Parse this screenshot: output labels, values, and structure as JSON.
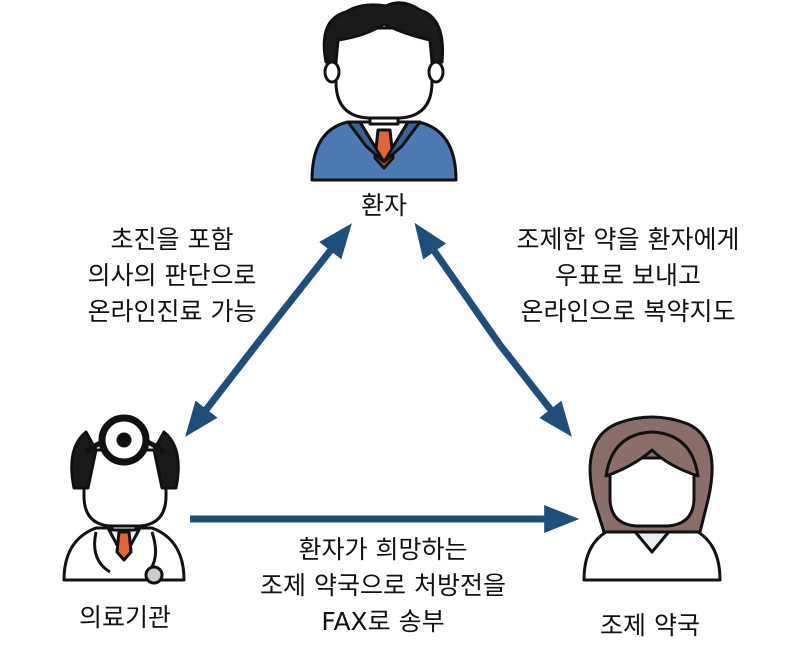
{
  "nodes": {
    "patient": {
      "label": "환자"
    },
    "clinic": {
      "label": "의료기관"
    },
    "pharmacy": {
      "label": "조제 약국"
    }
  },
  "edges": {
    "clinic_patient": {
      "lines": [
        "초진을 포함",
        "의사의 판단으로",
        "온라인진료 가능"
      ]
    },
    "patient_pharmacy": {
      "lines": [
        "조제한 약을 환자에게",
        "우표로 보내고",
        "온라인으로 복약지도"
      ]
    },
    "clinic_pharmacy": {
      "lines": [
        "환자가 희망하는",
        "조제 약국으로 처방전을",
        "FAX로 송부"
      ]
    }
  },
  "colors": {
    "arrow": "#1e4e79",
    "suit": "#4d7ab3",
    "tie": "#e0663a",
    "hair": "#1a1a1a",
    "pharmacist_hair": "#8a6e6a",
    "skin": "#ffffff",
    "outline": "#111111"
  }
}
